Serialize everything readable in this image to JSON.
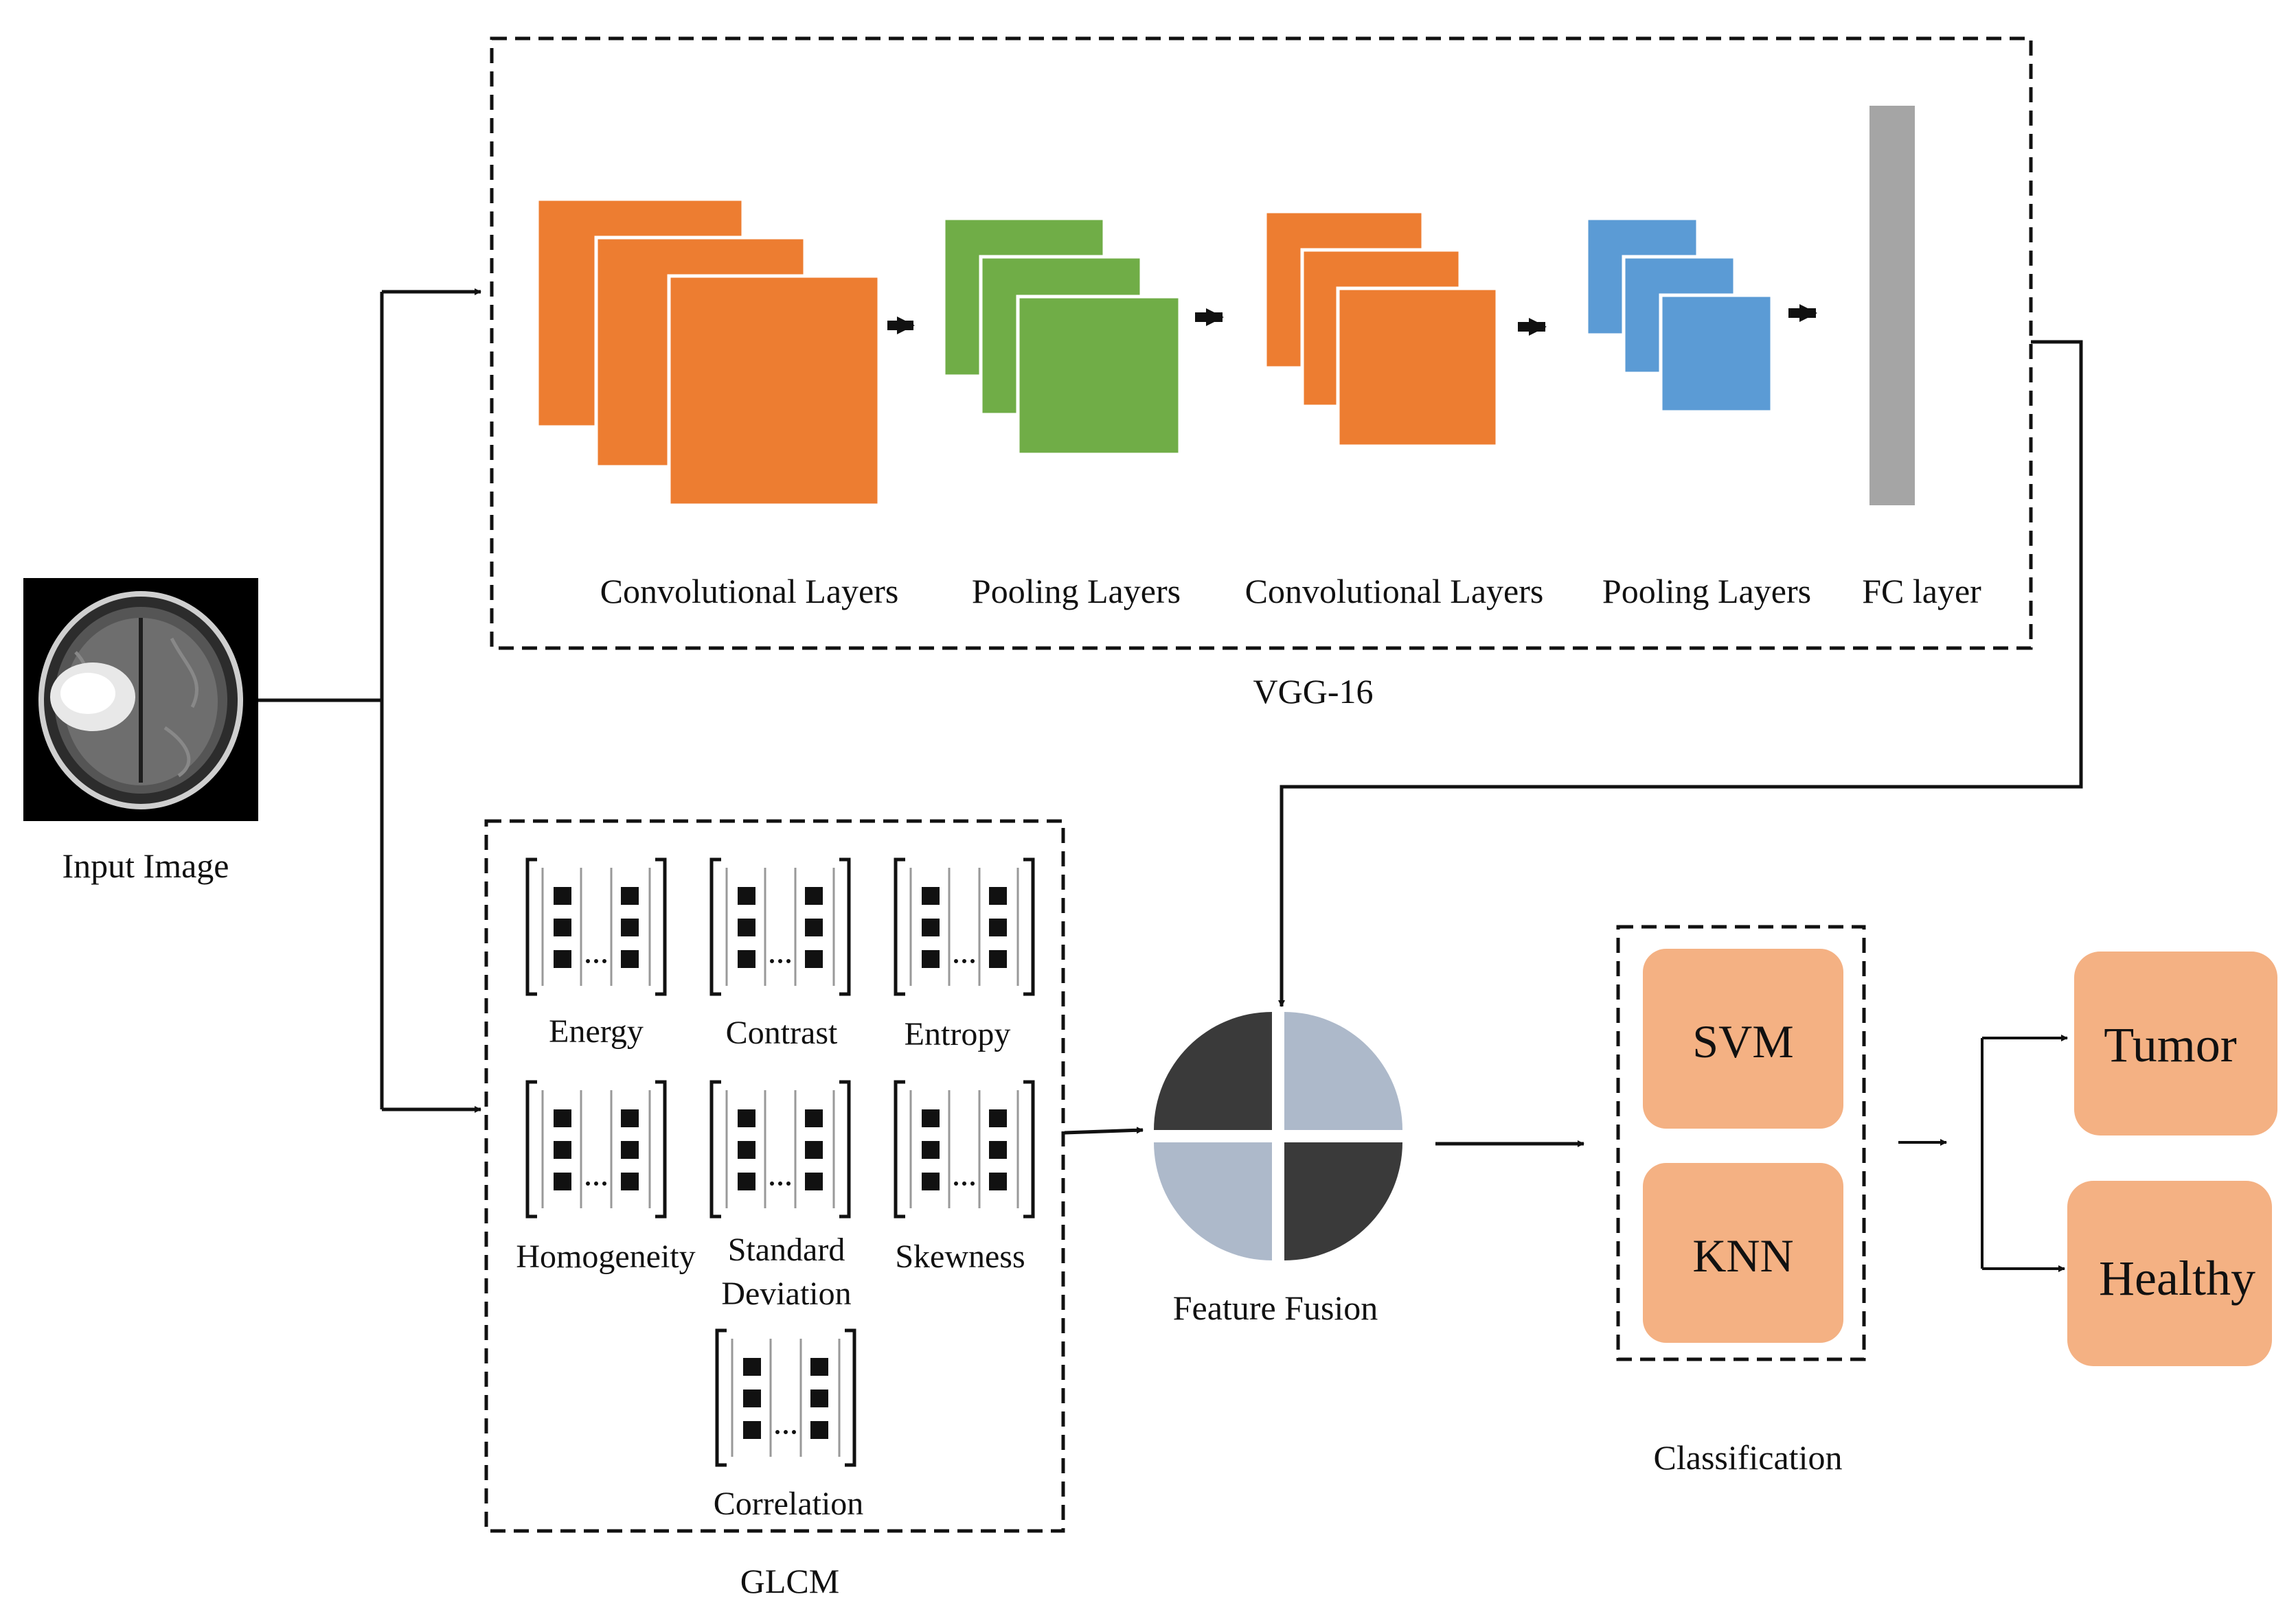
{
  "input": {
    "label": "Input Image"
  },
  "vgg": {
    "group_label": "VGG-16",
    "stages": [
      "Convolutional Layers",
      "Pooling Layers",
      "Convolutional Layers",
      "Pooling Layers",
      "FC layer"
    ]
  },
  "glcm": {
    "group_label": "GLCM",
    "features": {
      "energy": "Energy",
      "contrast": "Contrast",
      "entropy": "Entropy",
      "homogeneity": "Homogeneity",
      "std_line1": "Standard",
      "std_line2": "Deviation",
      "skewness": "Skewness",
      "correlation": "Correlation"
    },
    "matrix_ellipsis": "..."
  },
  "fusion": {
    "label": "Feature Fusion"
  },
  "classification": {
    "group_label": "Classification",
    "classifiers": [
      "SVM",
      "KNN"
    ]
  },
  "outputs": [
    "Tumor",
    "Healthy"
  ],
  "colors": {
    "conv": "#ED7D31",
    "pool_green": "#70AD47",
    "pool_blue": "#5B9BD5",
    "fc": "#A5A5A5",
    "fusion_dark": "#3A3A3A",
    "fusion_light": "#ADB9CA",
    "box_fill": "#F4B183"
  }
}
